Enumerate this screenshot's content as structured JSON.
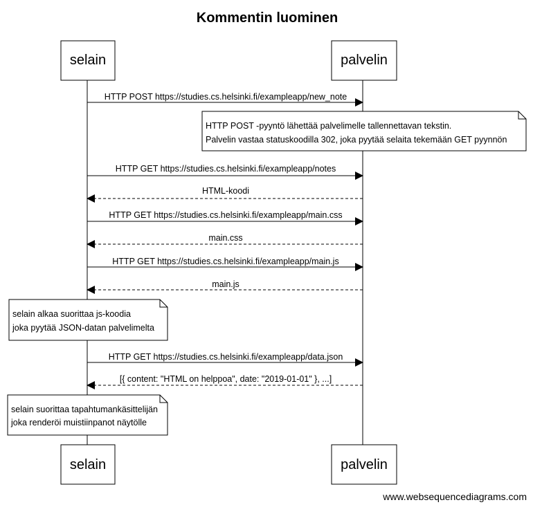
{
  "title": "Kommentin luominen",
  "actors": {
    "browser": "selain",
    "server": "palvelin"
  },
  "messages": [
    {
      "label": "HTTP POST https://studies.cs.helsinki.fi/exampleapp/new_note",
      "style": "solid"
    },
    {
      "label": "HTTP GET https://studies.cs.helsinki.fi/exampleapp/notes",
      "style": "solid"
    },
    {
      "label": "HTML-koodi",
      "style": "dashed"
    },
    {
      "label": "HTTP GET https://studies.cs.helsinki.fi/exampleapp/main.css",
      "style": "solid"
    },
    {
      "label": "main.css",
      "style": "dashed"
    },
    {
      "label": "HTTP GET https://studies.cs.helsinki.fi/exampleapp/main.js",
      "style": "solid"
    },
    {
      "label": "main.js",
      "style": "dashed"
    },
    {
      "label": "HTTP GET https://studies.cs.helsinki.fi/exampleapp/data.json",
      "style": "solid"
    },
    {
      "label": "[{ content: \"HTML on helppoa\", date: \"2019-01-01\" }, ...]",
      "style": "dashed"
    }
  ],
  "notes": [
    {
      "lines": [
        "HTTP POST -pyyntö lähettää palvelimelle tallennettavan tekstin.",
        "Palvelin vastaa statuskoodilla 302, joka pyytää selaita tekemään GET pyynnön"
      ]
    },
    {
      "lines": [
        "selain alkaa suorittaa js-koodia",
        "joka pyytää JSON-datan palvelimelta"
      ]
    },
    {
      "lines": [
        "selain suorittaa tapahtumankäsittelijän",
        "joka renderöi muistiinpanot näytölle"
      ]
    }
  ],
  "footer": "www.websequencediagrams.com"
}
